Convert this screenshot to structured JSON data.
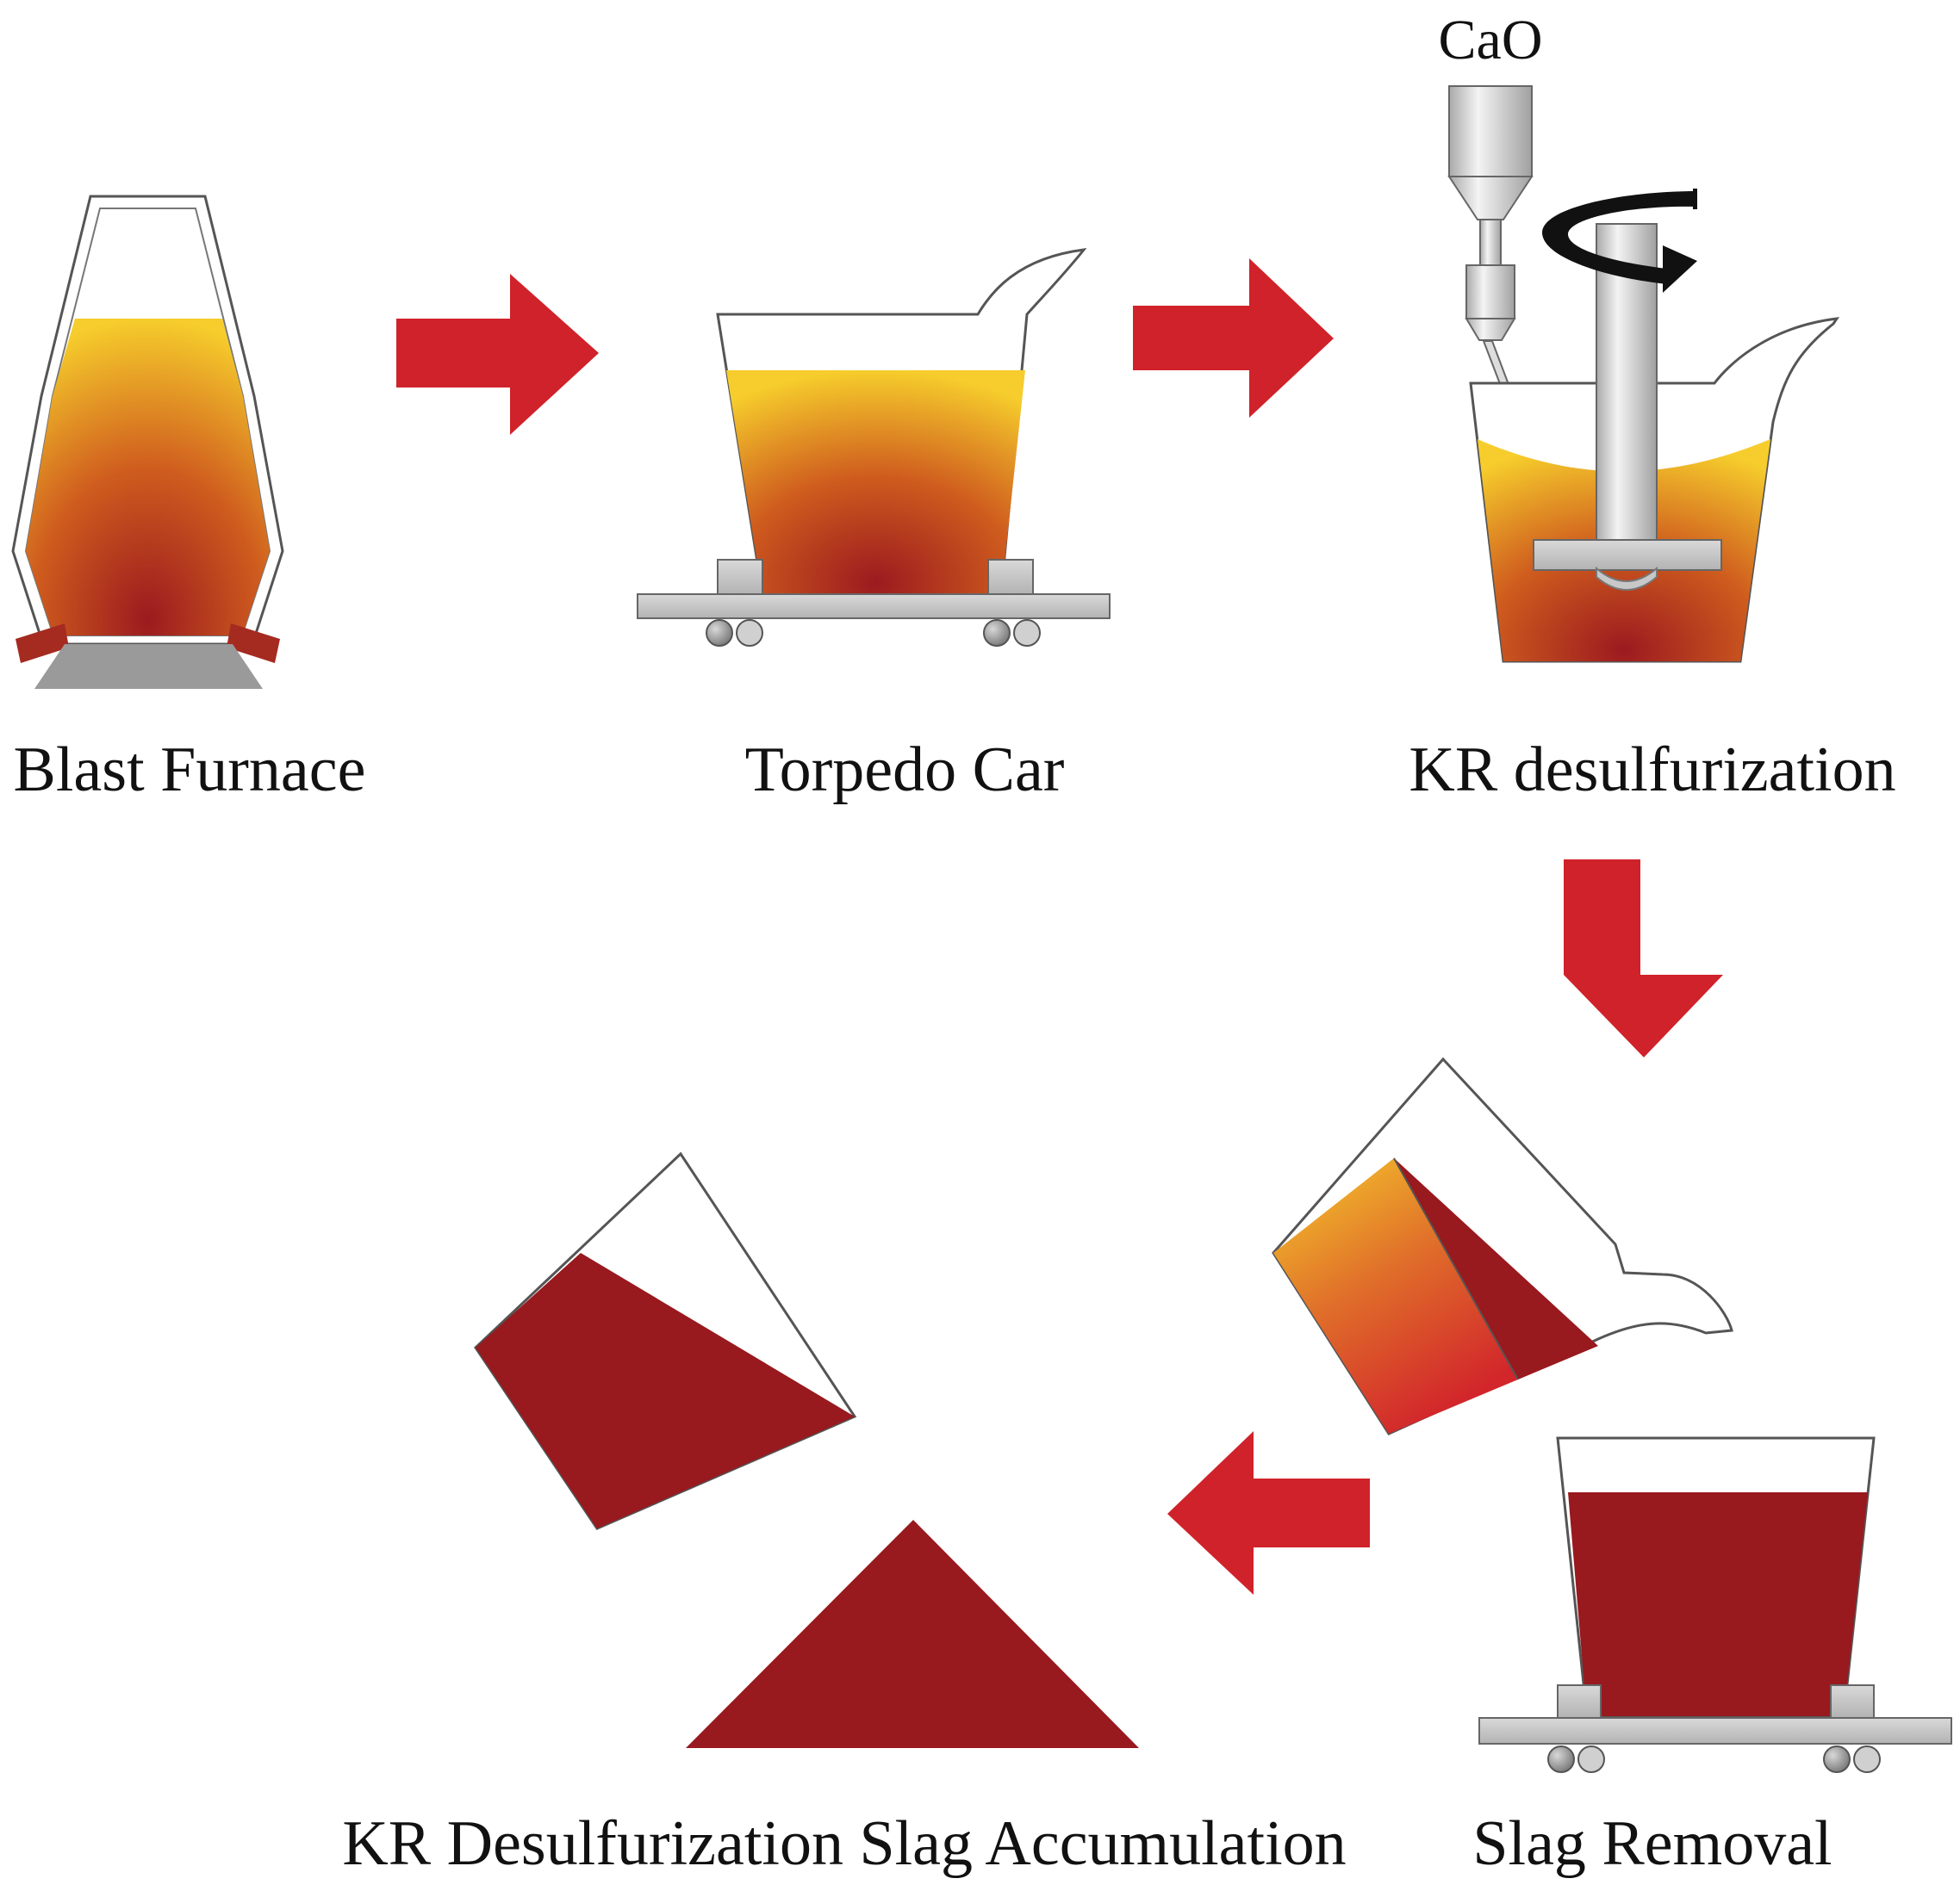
{
  "labels": {
    "blast_furnace": "Blast Furnace",
    "torpedo_car": "Torpedo Car",
    "kr_desulfurization": "KR desulfurization",
    "slag_removal": "Slag Removal",
    "slag_accumulation": "KR Desulfurization Slag Accumulation",
    "cao": "CaO"
  },
  "colors": {
    "arrow": "#d0222a",
    "molten_top": "#f6cd2c",
    "molten_mid": "#cf5c1e",
    "molten_bottom": "#9b1a1f",
    "slag": "#98191e",
    "steel_gray": "#c4c4c4",
    "outline": "#555555"
  },
  "icons": {
    "flow_arrow": "block-arrow-icon",
    "rotation": "rotation-arrow-icon"
  }
}
